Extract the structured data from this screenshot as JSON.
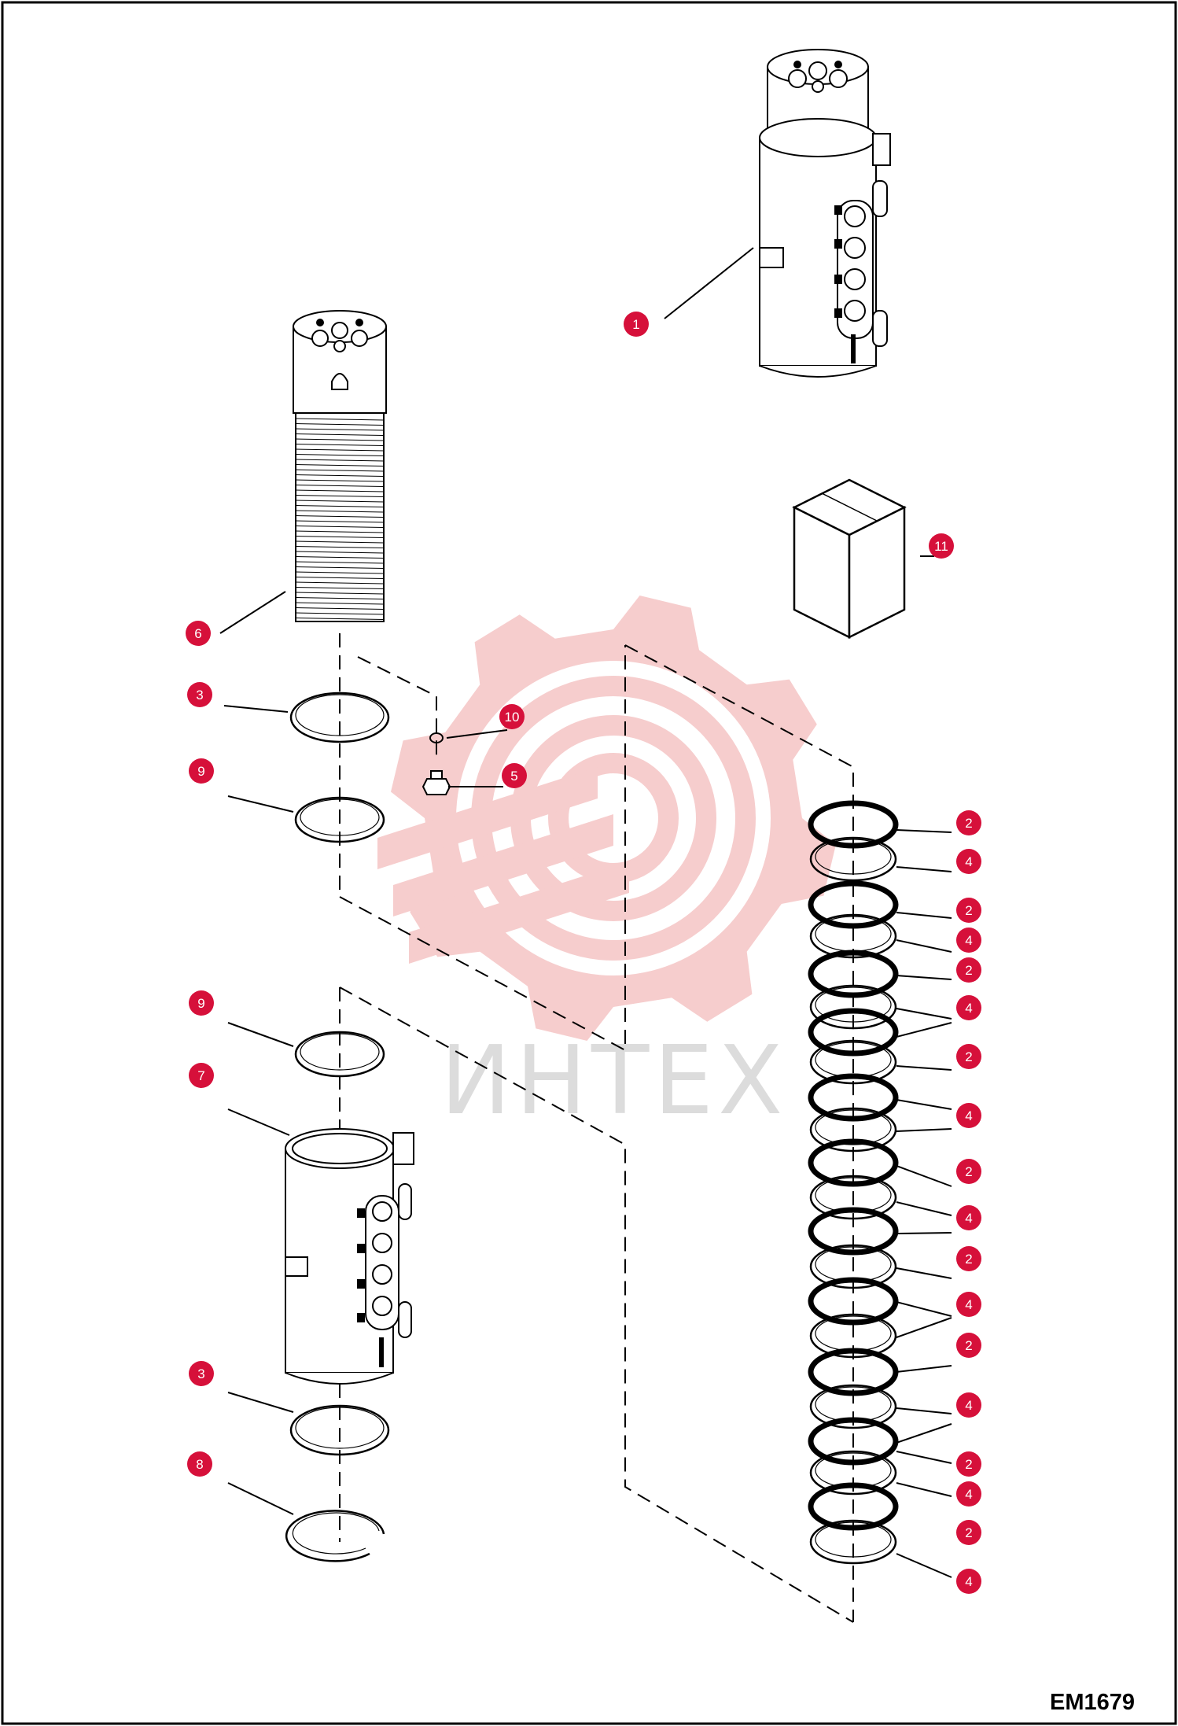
{
  "diagram": {
    "drawing_code": "EM1679",
    "watermark": {
      "text": "ИНТЕХ",
      "gear_color": "#f6c8c8",
      "text_color": "#d9d9d9"
    },
    "callout_color": "#d6103a",
    "callouts": [
      {
        "id": "c1",
        "label": "1"
      },
      {
        "id": "c11",
        "label": "11"
      },
      {
        "id": "c6",
        "label": "6"
      },
      {
        "id": "c3a",
        "label": "3"
      },
      {
        "id": "c10",
        "label": "10"
      },
      {
        "id": "c9a",
        "label": "9"
      },
      {
        "id": "c5",
        "label": "5"
      },
      {
        "id": "c9b",
        "label": "9"
      },
      {
        "id": "c7",
        "label": "7"
      },
      {
        "id": "c3b",
        "label": "3"
      },
      {
        "id": "c8",
        "label": "8"
      },
      {
        "id": "r2a",
        "label": "2"
      },
      {
        "id": "r4a",
        "label": "4"
      },
      {
        "id": "r2b",
        "label": "2"
      },
      {
        "id": "r4b",
        "label": "4"
      },
      {
        "id": "r2c",
        "label": "2"
      },
      {
        "id": "r4c",
        "label": "4"
      },
      {
        "id": "r2d",
        "label": "2"
      },
      {
        "id": "r4d",
        "label": "4"
      },
      {
        "id": "r2e",
        "label": "2"
      },
      {
        "id": "r4e",
        "label": "4"
      },
      {
        "id": "r2f",
        "label": "2"
      },
      {
        "id": "r4f",
        "label": "4"
      },
      {
        "id": "r2g",
        "label": "2"
      },
      {
        "id": "r4g",
        "label": "4"
      },
      {
        "id": "r2h",
        "label": "2"
      },
      {
        "id": "r4h",
        "label": "4"
      },
      {
        "id": "r2i",
        "label": "2"
      },
      {
        "id": "r4i",
        "label": "4"
      }
    ]
  }
}
